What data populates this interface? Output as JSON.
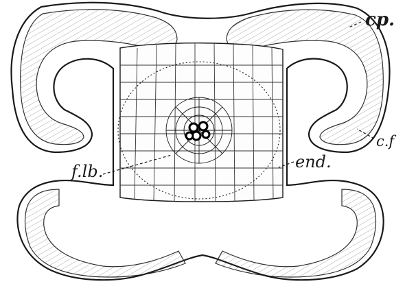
{
  "labels": {
    "cp": "cp.",
    "cf": "c.f",
    "flb": "f.lb.",
    "end": "end."
  },
  "colors": {
    "ink": "#1a1a1a",
    "paper": "#ffffff"
  }
}
